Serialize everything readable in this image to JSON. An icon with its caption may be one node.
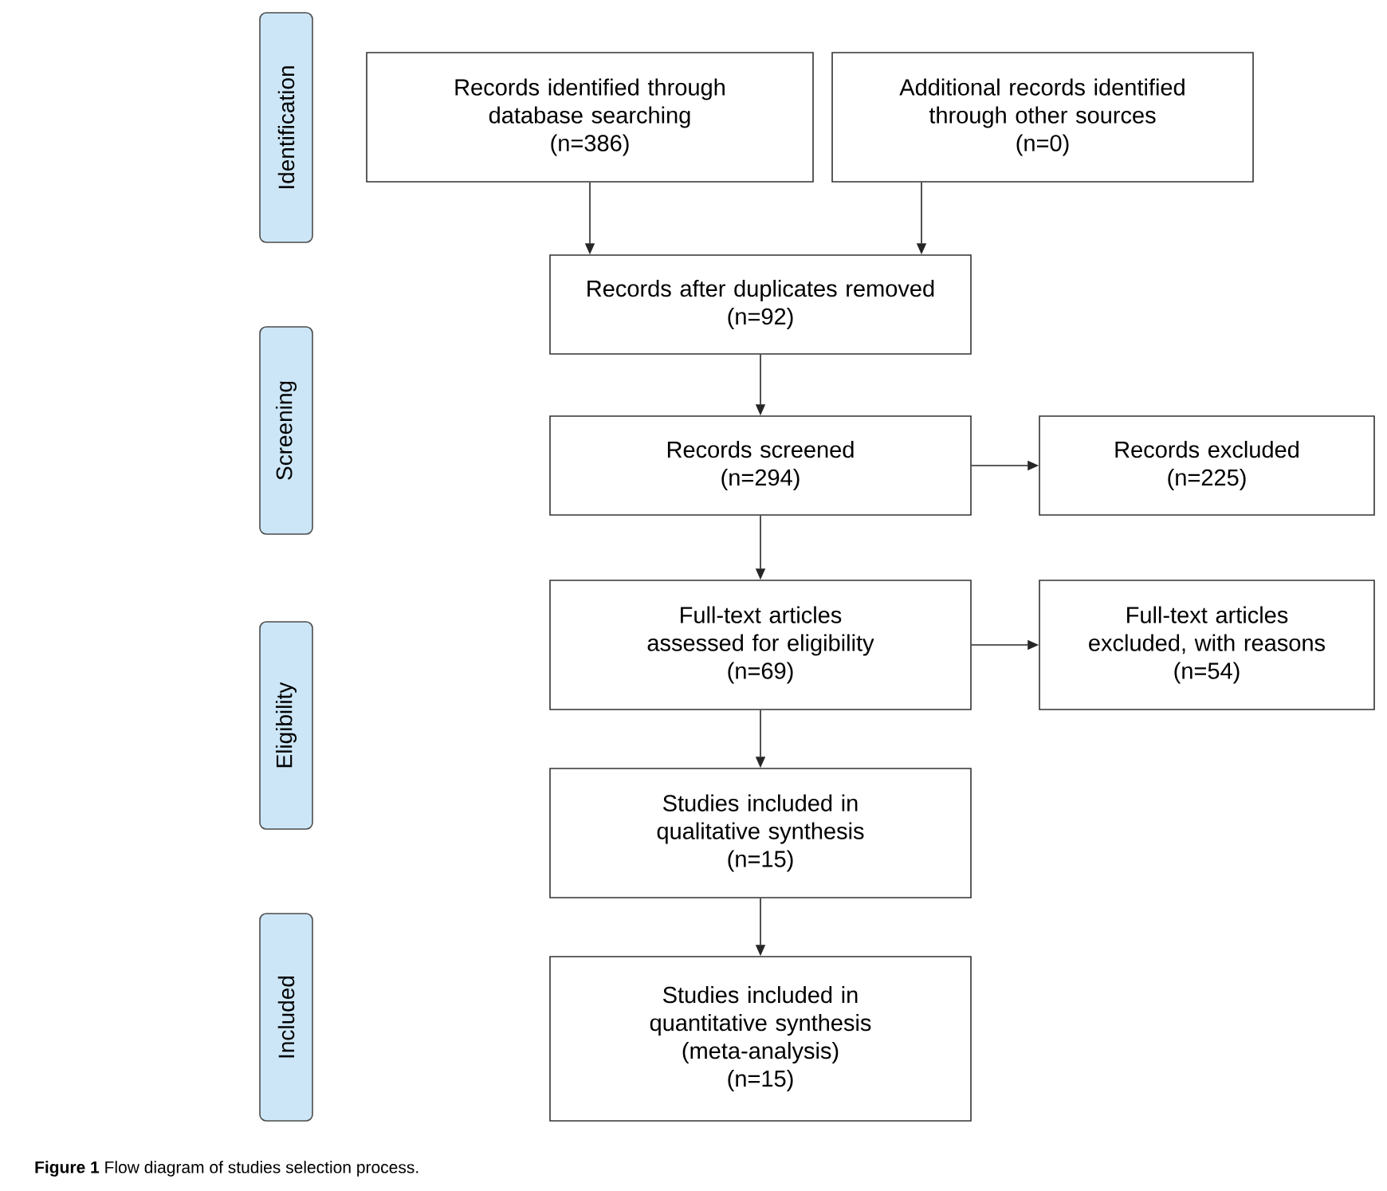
{
  "diagram": {
    "caption": "**Figure 1** Flow diagram of studies selection process.",
    "nodes": [
      {
        "text": [
          "Identification"
        ]
      },
      {
        "text": [
          "Screening"
        ]
      },
      {
        "text": [
          "Eligibility"
        ]
      },
      {
        "text": [
          "Included"
        ]
      },
      {
        "text": [
          "Records identified through database searching",
          "(n=386)"
        ]
      },
      {
        "text": [
          "Additional records identified through other sources",
          "(n=0)"
        ]
      },
      {
        "text": [
          "Records after duplicates removed",
          "(n=92)"
        ]
      },
      {
        "text": [
          "Records screened",
          "(n=294)"
        ]
      },
      {
        "text": [
          "Records excluded",
          "(n=225)"
        ]
      },
      {
        "text": [
          "Full-text articles assessed for eligibility",
          "(n=69)"
        ]
      },
      {
        "text": [
          "Full-text articles excluded, with reasons",
          "(n=54)"
        ]
      },
      {
        "text": [
          "Studies included in qualitative synthesis",
          "(n=15)"
        ]
      },
      {
        "text": [
          "Studies included in quantitative synthesis (meta-analysis)",
          "(n=15)"
        ]
      }
    ],
    "edges": [
      {
        "from": 4,
        "to": 6,
        "arrow": "to"
      },
      {
        "from": 5,
        "to": 6,
        "arrow": "to"
      },
      {
        "from": 6,
        "to": 7,
        "arrow": "to"
      },
      {
        "from": 7,
        "to": 8,
        "arrow": "to"
      },
      {
        "from": 7,
        "to": 9,
        "arrow": "to"
      },
      {
        "from": 9,
        "to": 10,
        "arrow": "to"
      },
      {
        "from": 9,
        "to": 11,
        "arrow": "to"
      },
      {
        "from": 11,
        "to": 12,
        "arrow": "to"
      }
    ]
  }
}
